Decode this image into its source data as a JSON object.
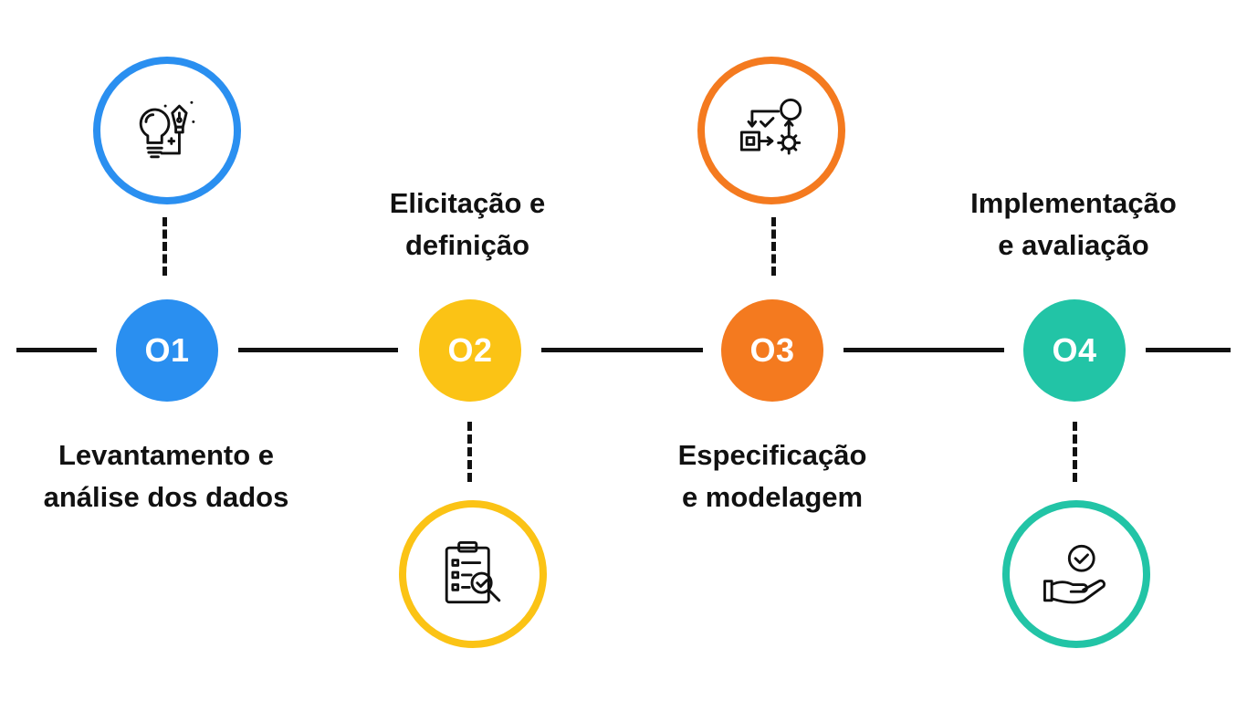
{
  "colors": {
    "step1": "#2a8ff0",
    "step2": "#fbc315",
    "step3": "#f47a1f",
    "step4": "#22c4a6",
    "line": "#111111"
  },
  "steps": [
    {
      "number": "O1",
      "label_line1": "Levantamento e",
      "label_line2": "análise dos dados",
      "icon": "lightbulb-pen-icon"
    },
    {
      "number": "O2",
      "label_line1": "Elicitação e",
      "label_line2": "definição",
      "icon": "clipboard-checklist-icon"
    },
    {
      "number": "O3",
      "label_line1": "Especificação",
      "label_line2": "e modelagem",
      "icon": "process-flow-icon"
    },
    {
      "number": "O4",
      "label_line1": "Implementação",
      "label_line2": "e avaliação",
      "icon": "hand-check-icon"
    }
  ]
}
